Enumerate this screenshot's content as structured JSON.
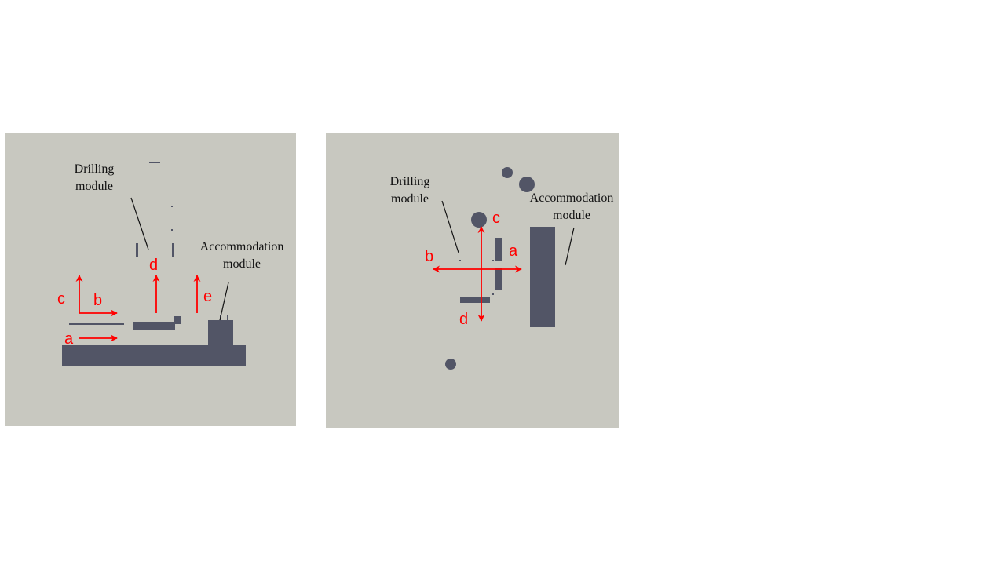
{
  "colors": {
    "panel_background": "#c8c8c0",
    "structure": "#525566",
    "arrow": "#ff0000",
    "leader_line": "#111111"
  },
  "side_view": {
    "drilling_label": [
      "Drilling",
      "module"
    ],
    "accommodation_label": [
      "Accommodation",
      "module"
    ],
    "arrow_labels": {
      "a": "a",
      "b": "b",
      "c": "c",
      "d": "d",
      "e": "e"
    }
  },
  "top_view": {
    "drilling_label": [
      "Drilling",
      "module"
    ],
    "accommodation_label": [
      "Accommodation",
      "module"
    ],
    "arrow_labels": {
      "a": "a",
      "b": "b",
      "c": "c",
      "d": "d"
    }
  }
}
